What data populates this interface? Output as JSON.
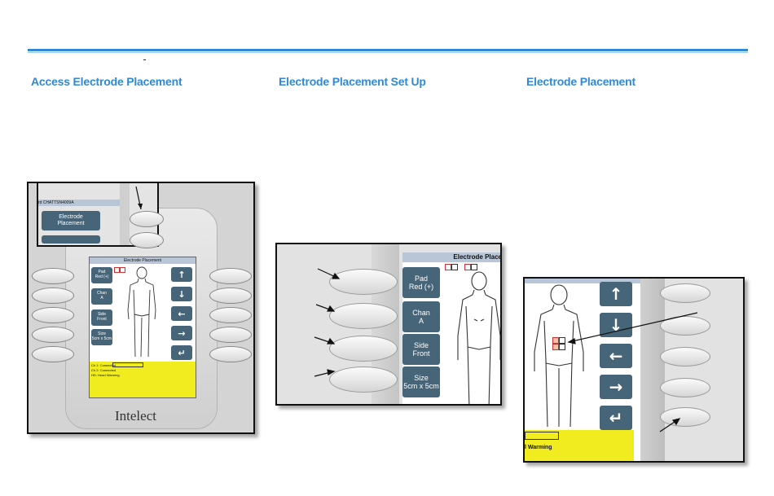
{
  "headings": {
    "access": "Access Electrode Placement",
    "setup": "Electrode Placement Set Up",
    "placement": "Electrode Placement"
  },
  "panel1": {
    "inset_header": "rd CHATTSN4009A",
    "inset_button": "Electrode\nPlacement",
    "screen_title": "Electrode Placement",
    "buttons": [
      "Pad\nRed (+)",
      "Chan\nA",
      "Side\nFront",
      "Size\n5cm x 5cm"
    ],
    "arrows": [
      "↑",
      "↓",
      "←",
      "→",
      "↵"
    ],
    "status_lines": [
      "Ch 1:",
      "Connected",
      "Ch 2:",
      "Connected",
      "HD:",
      "Head Warming"
    ],
    "brand": "Intelect"
  },
  "panel2": {
    "screen_title": "Electrode Place",
    "buttons": [
      "Pad\nRed (+)",
      "Chan\nA",
      "Side\nFront",
      "Size\n5cm x 5cm"
    ]
  },
  "panel3": {
    "arrows": [
      "↑",
      "↓",
      "←",
      "→",
      "↵"
    ],
    "status": "l Warming"
  },
  "colors": {
    "accent": "#2f89d6",
    "softkey": "#466578",
    "status_bar": "#f0ec20"
  }
}
